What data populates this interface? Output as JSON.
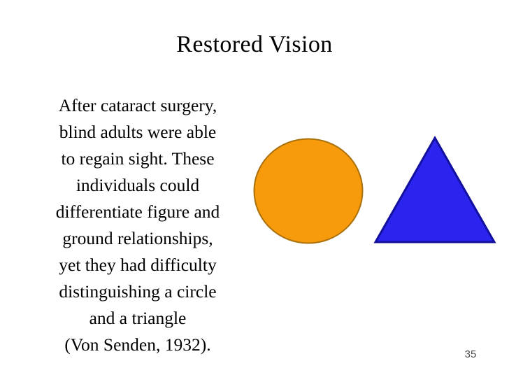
{
  "slide": {
    "title": "Restored Vision",
    "background_color": "#FFFFFF",
    "page_number": "35",
    "body_lines": [
      "After cataract surgery,",
      "blind adults were able",
      "to regain sight. These",
      "individuals could",
      "differentiate figure and",
      "ground relationships,",
      "yet they had difficulty",
      "distinguishing a circle",
      "and a triangle",
      "(Von Senden, 1932)."
    ],
    "body_text": "After cataract surgery, blind adults were able to regain sight. These individuals could differentiate figure and ground relationships, yet they had difficulty distinguishing a circle and a triangle (Von Senden, 1932).",
    "citation": "(Von Senden, 1932).",
    "shapes": {
      "circle": {
        "name": "orange-circle",
        "fill": "#F79B0C",
        "stroke": "#A9700B",
        "stroke_width": 2
      },
      "triangle": {
        "name": "blue-triangle",
        "fill": "#2A24EE",
        "stroke": "#13109E",
        "stroke_width": 3
      }
    },
    "text_color": "#000000",
    "page_number_color": "#4D4D4D"
  }
}
